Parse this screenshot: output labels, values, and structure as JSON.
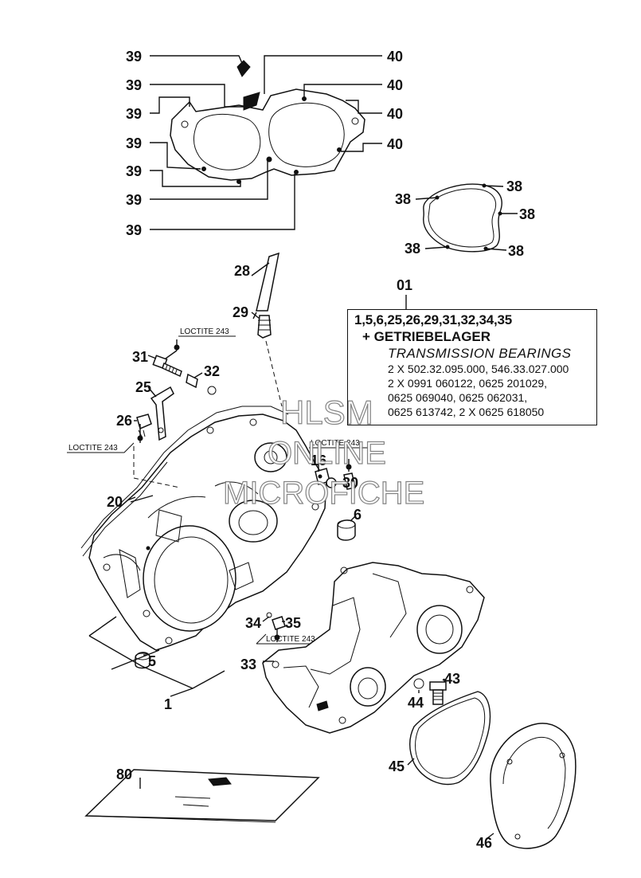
{
  "watermark": {
    "line1": "HLSM",
    "line2": "ONLINE",
    "line3": "MICROFICHE"
  },
  "kit": {
    "ref": "01",
    "items": "1,5,6,25,26,29,31,32,34,35",
    "plus": "+ GETRIEBELAGER",
    "english": "TRANSMISSION BEARINGS",
    "lines": [
      "2 X 502.32.095.000, 546.33.027.000",
      "2 X 0991 060122, 0625 201029,",
      "0625 069040, 0625 062031,",
      "0625 613742, 2 X 0625 618050"
    ]
  },
  "callouts": {
    "c39a": "39",
    "c39b": "39",
    "c39c": "39",
    "c39d": "39",
    "c39e": "39",
    "c39f": "39",
    "c39g": "39",
    "c40a": "40",
    "c40b": "40",
    "c40c": "40",
    "c40d": "40",
    "c38a": "38",
    "c38b": "38",
    "c38c": "38",
    "c38d": "38",
    "c38e": "38",
    "c28": "28",
    "c29": "29",
    "c31": "31",
    "c32": "32",
    "c25": "25",
    "c26": "26",
    "c16": "16",
    "c30": "30",
    "c6": "6",
    "c20": "20",
    "c34": "34",
    "c35": "35",
    "c5": "5",
    "c1": "1",
    "c33": "33",
    "c43": "43",
    "c44": "44",
    "c45": "45",
    "c80": "80",
    "c46": "46"
  },
  "loctite": {
    "l1": "LOCTITE 243",
    "l2": "LOCTITE 243",
    "l3": "LOCTITE 243",
    "l4": "LOCTITE 243"
  }
}
